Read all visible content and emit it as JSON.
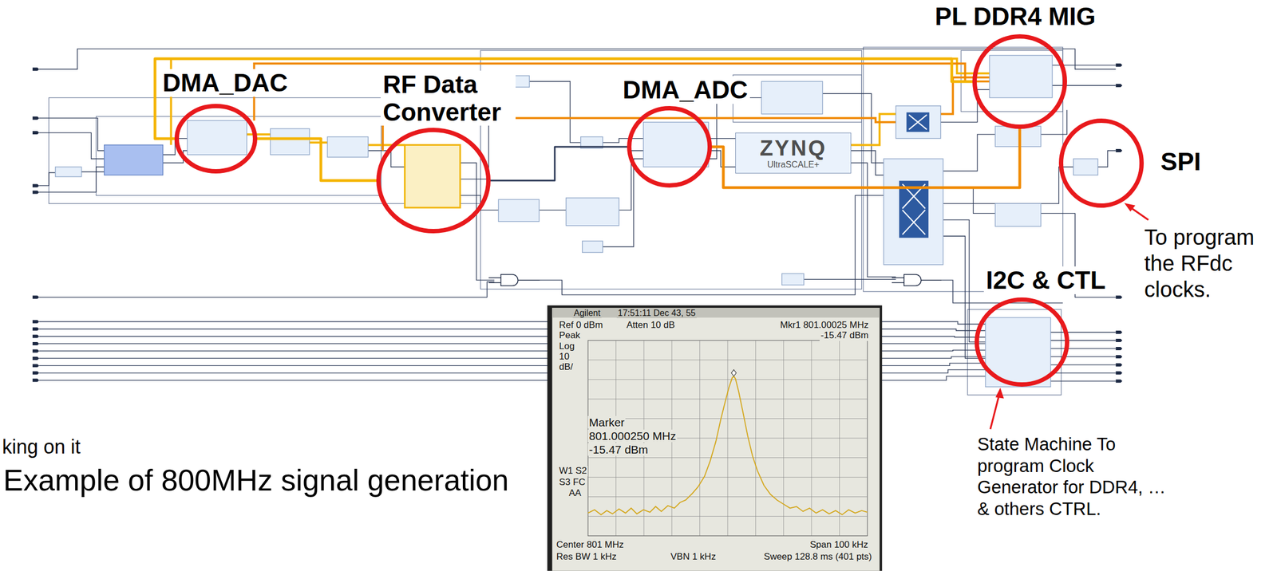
{
  "diagram": {
    "nodes": [
      {
        "text": [
          "DMA_DAC"
        ]
      },
      {
        "text": [
          "RF Data Converter"
        ]
      },
      {
        "text": [
          "DMA_ADC"
        ]
      },
      {
        "text": [
          "ZYNQ",
          "UltraSCALE+"
        ]
      },
      {
        "text": [
          "PL DDR4 MIG"
        ]
      },
      {
        "text": [
          "SPI"
        ]
      },
      {
        "text": [
          "I2C & CTL"
        ]
      }
    ],
    "edges": [
      {
        "from": 0,
        "to": 4,
        "arrow": "none"
      },
      {
        "from": 0,
        "to": 1,
        "arrow": "none"
      },
      {
        "from": 1,
        "to": 2,
        "arrow": "none"
      },
      {
        "from": 2,
        "to": 4,
        "arrow": "none"
      }
    ],
    "labels": [
      "To program the RFdc clocks.",
      "State Machine To program Clock Generator for DDR4, … & others CTRL.",
      "king on it",
      "Example of 800MHz signal generation",
      "Agilent",
      "17:51:11 Dec 43, 55",
      "Ref 0 dBm",
      "Atten 10 dB",
      "Mkr1 801.00025 MHz",
      "Peak",
      "-15.47 dBm",
      "Log",
      "10",
      "dB/",
      "Marker",
      "801.000250 MHz",
      "-15.47 dBm",
      "W1 S2",
      "S3 FC",
      "AA",
      "Center 801 MHz",
      "Span 100 kHz",
      "Res BW 1 kHz",
      "VBN 1 kHz",
      "Sweep 128.8 ms (401 pts)"
    ]
  }
}
